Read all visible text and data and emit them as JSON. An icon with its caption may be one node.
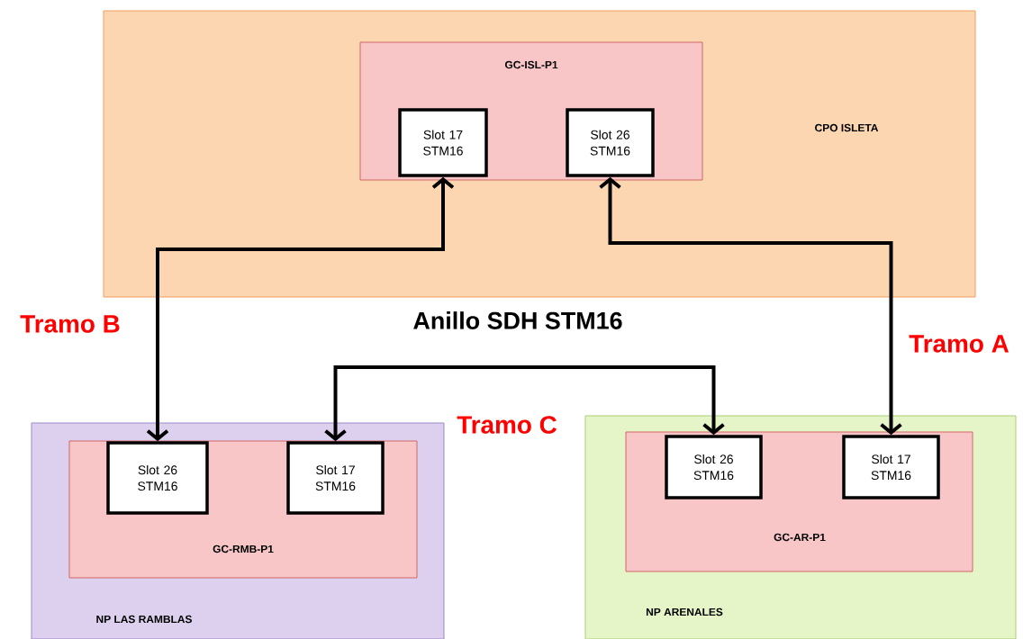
{
  "diagram": {
    "title": "Anillo SDH STM16",
    "nodes": [
      {
        "text": [
          "CPO ISLETA"
        ]
      },
      {
        "text": [
          "GC-ISL-P1"
        ],
        "in": 0
      },
      {
        "text": [
          "Slot 17 STM16"
        ],
        "in": 1
      },
      {
        "text": [
          "Slot 26 STM16"
        ],
        "in": 1
      },
      {
        "text": [
          "NP LAS RAMBLAS"
        ]
      },
      {
        "text": [
          "GC-RMB-P1"
        ],
        "in": 4
      },
      {
        "text": [
          "Slot 26 STM16"
        ],
        "in": 5
      },
      {
        "text": [
          "Slot 17 STM16"
        ],
        "in": 5
      },
      {
        "text": [
          "NP ARENALES"
        ]
      },
      {
        "text": [
          "GC-AR-P1"
        ],
        "in": 8
      },
      {
        "text": [
          "Slot 26 STM16"
        ],
        "in": 9
      },
      {
        "text": [
          "Slot 17 STM16"
        ],
        "in": 9
      }
    ],
    "edges": [
      {
        "from": 2,
        "to": 6,
        "arrow": "both",
        "label": "Tramo B"
      },
      {
        "from": 3,
        "to": 11,
        "arrow": "both",
        "label": "Tramo A"
      },
      {
        "from": 7,
        "to": 10,
        "arrow": "both",
        "label": "Tramo C"
      }
    ]
  }
}
